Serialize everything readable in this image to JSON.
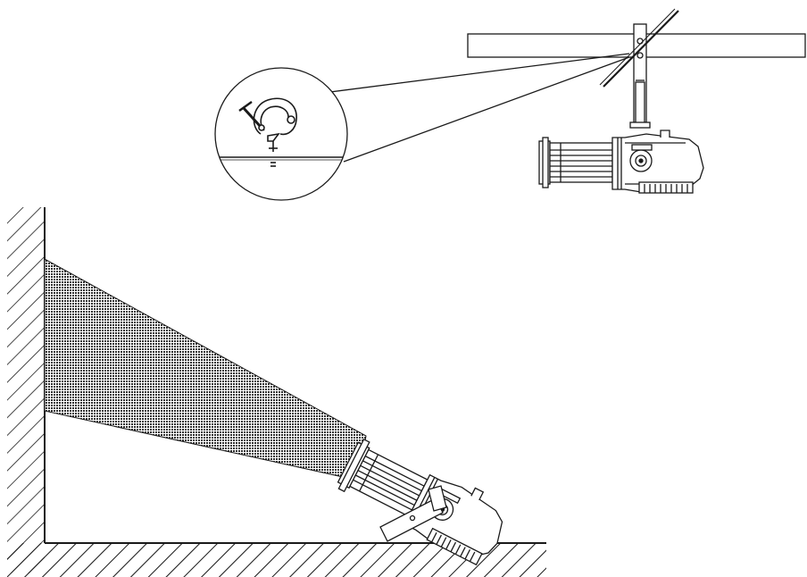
{
  "diagram": {
    "kind": "installation-illustration",
    "views": [
      "truss-hanging-with-clamp-detail",
      "floor-standing-wall-projection"
    ],
    "line_color": "#1a1a1a",
    "beam_fill": "#3a3a3a",
    "background": "#ffffff",
    "icons": [
      "ellipsoidal-spotlight-icon",
      "hanging-clamp-icon",
      "wall-hatch",
      "floor-hatch"
    ]
  }
}
